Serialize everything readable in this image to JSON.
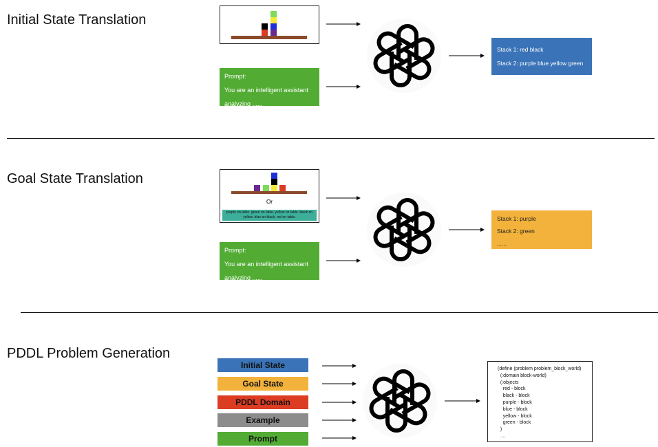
{
  "colors": {
    "blue": "#3a73b7",
    "orange": "#f2b23b",
    "red": "#db3c22",
    "gray": "#8c8c8c",
    "green": "#52ac34",
    "teal": "#3dae9a",
    "table_brown": "#8b4a2b"
  },
  "icons": {
    "model_logo": "openai-logo-icon",
    "arrow": "right-arrow-icon"
  },
  "sections": {
    "initial": {
      "title": "Initial State Translation",
      "prompt": [
        "Prompt:",
        "You are an intelligent assistant",
        "analyzing ......"
      ],
      "output": [
        "Stack 1: red black",
        "Stack 2: purple blue yellow green"
      ]
    },
    "goal": {
      "title": "Goal State Translation",
      "or_text": "Or",
      "description": "purple on table. green on table. yellow on table. black on yellow. blue on black. red on table.",
      "prompt": [
        "Prompt:",
        "You are an intelligent assistant",
        "analyzing ......"
      ],
      "output": [
        "Stack 1: purple",
        "Stack 2: green",
        "......"
      ]
    },
    "pddl": {
      "title": "PDDL Problem Generation",
      "inputs": [
        "Initial State",
        "Goal State",
        "PDDL Domain",
        "Example",
        "Prompt"
      ],
      "output_lines": [
        "(define (problem problem_block_world)",
        "  (:domain block-world)",
        "  (:objects",
        "    red - block",
        "    black - block",
        "    purple - block",
        "    blue - block",
        "    yellow - block",
        "    green - block",
        "  )",
        "  ...."
      ]
    }
  }
}
